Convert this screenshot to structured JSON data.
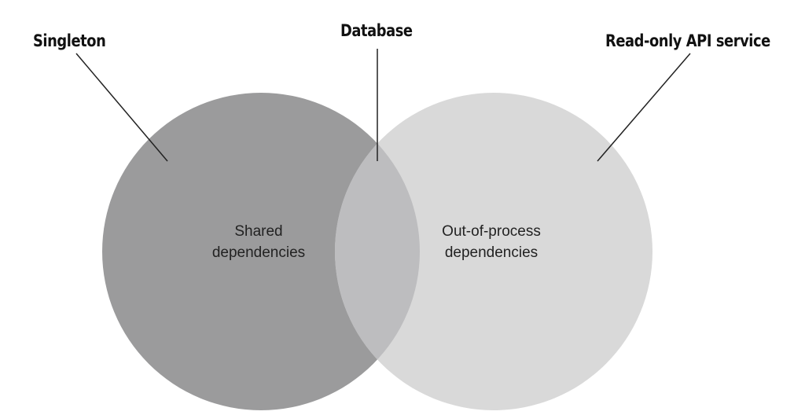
{
  "labels": {
    "singleton": "Singleton",
    "database": "Database",
    "read_only_api": "Read-only API service"
  },
  "sets": {
    "shared": {
      "line1": "Shared",
      "line2": "dependencies",
      "color": "#9b9b9c"
    },
    "out_of_process": {
      "line1": "Out-of-process",
      "line2": "dependencies",
      "color": "#d9d9d9"
    },
    "overlap_color": "#bdbdbf"
  }
}
